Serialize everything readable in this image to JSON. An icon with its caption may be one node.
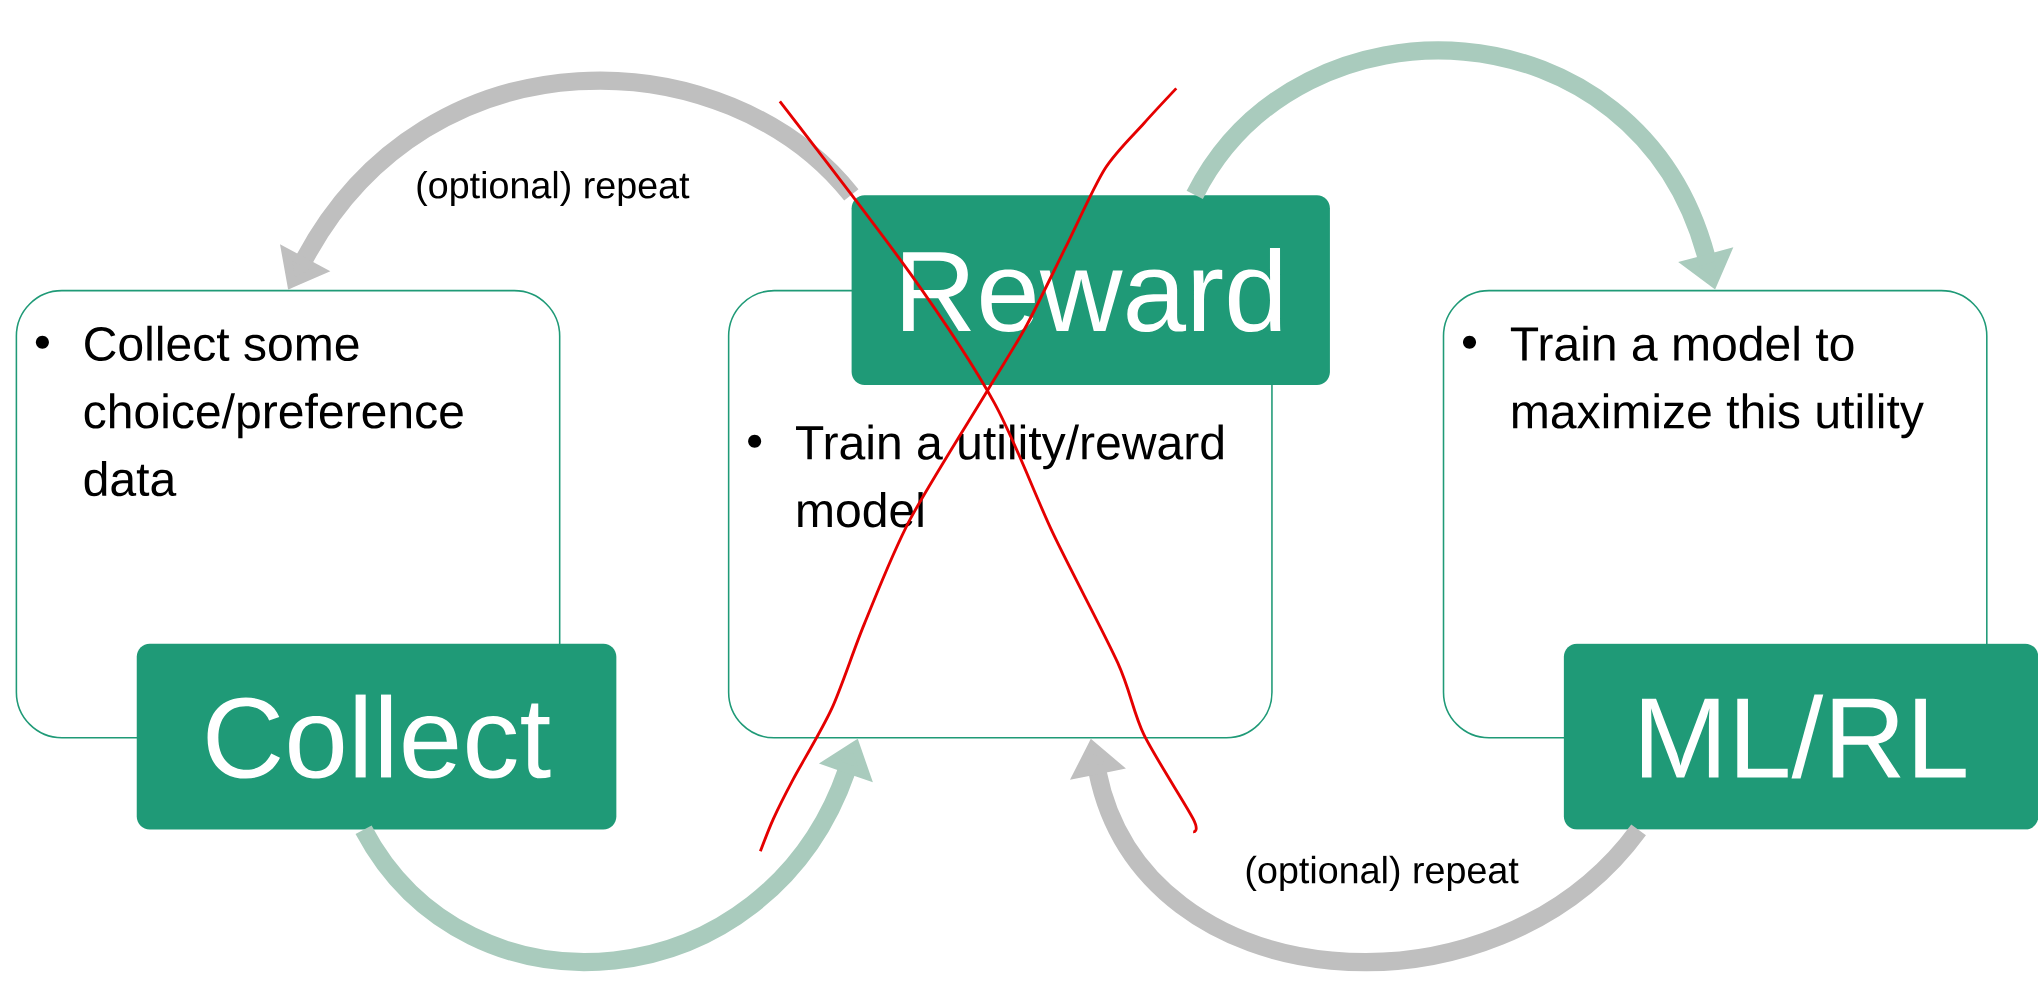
{
  "diagram": {
    "nodes": [
      {
        "text": [
          "Collect some choice/preference data"
        ]
      },
      {
        "text": [
          "Collect"
        ]
      },
      {
        "text": [
          "Train a utility/reward model"
        ]
      },
      {
        "text": [
          "Reward"
        ]
      },
      {
        "text": [
          "Train a model to maximize this utility"
        ]
      },
      {
        "text": [
          "ML/RL"
        ]
      }
    ],
    "edges": [
      {
        "from": 3,
        "to": 0,
        "arrow": "to",
        "label": "(optional) repeat",
        "color": "#bfbfbf"
      },
      {
        "from": 3,
        "to": 4,
        "arrow": "to",
        "color": "#a9cbbd"
      },
      {
        "from": 1,
        "to": 2,
        "arrow": "to",
        "color": "#a9cbbd"
      },
      {
        "from": 5,
        "to": 2,
        "arrow": "to",
        "label": "(optional) repeat",
        "color": "#bfbfbf"
      }
    ]
  }
}
